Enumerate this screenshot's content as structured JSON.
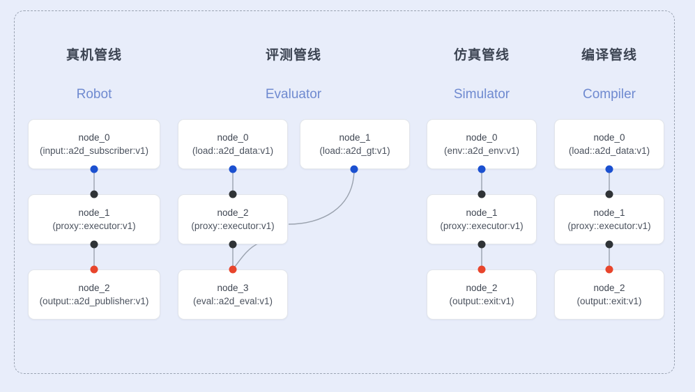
{
  "diagram": {
    "background_color": "#e8edfa",
    "frame_style": "dashed-rounded",
    "colors": {
      "start_dot": "#1b50d0",
      "mid_dot": "#2f3336",
      "end_dot": "#e8452c",
      "title_cn": "#3c4452",
      "title_en": "#6f8ad0",
      "edge": "#9aa2ae",
      "node_bg": "#ffffff",
      "node_border": "#e2e5ea"
    },
    "columns": [
      {
        "id": "robot",
        "title_cn": "真机管线",
        "title_en": "Robot",
        "nodes": [
          {
            "name": "node_0",
            "spec": "(input::a2d_subscriber:v1)"
          },
          {
            "name": "node_1",
            "spec": "(proxy::executor:v1)"
          },
          {
            "name": "node_2",
            "spec": "(output::a2d_publisher:v1)"
          }
        ]
      },
      {
        "id": "evaluator",
        "title_cn": "评测管线",
        "title_en": "Evaluator",
        "nodes": [
          {
            "name": "node_0",
            "spec": "(load::a2d_data:v1)"
          },
          {
            "name": "node_1",
            "spec": "(load::a2d_gt:v1)"
          },
          {
            "name": "node_2",
            "spec": "(proxy::executor:v1)"
          },
          {
            "name": "node_3",
            "spec": "(eval::a2d_eval:v1)"
          }
        ]
      },
      {
        "id": "simulator",
        "title_cn": "仿真管线",
        "title_en": "Simulator",
        "nodes": [
          {
            "name": "node_0",
            "spec": "(env::a2d_env:v1)"
          },
          {
            "name": "node_1",
            "spec": "(proxy::executor:v1)"
          },
          {
            "name": "node_2",
            "spec": "(output::exit:v1)"
          }
        ]
      },
      {
        "id": "compiler",
        "title_cn": "编译管线",
        "title_en": "Compiler",
        "nodes": [
          {
            "name": "node_0",
            "spec": "(load::a2d_data:v1)"
          },
          {
            "name": "node_1",
            "spec": "(proxy::executor:v1)"
          },
          {
            "name": "node_2",
            "spec": "(output::exit:v1)"
          }
        ]
      }
    ]
  }
}
